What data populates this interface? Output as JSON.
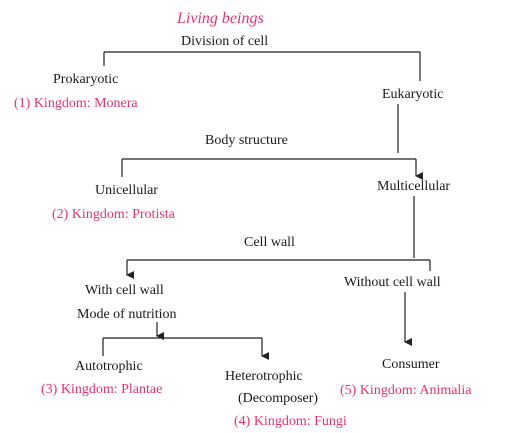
{
  "title": "Living beings",
  "labels": {
    "division_of_cell": "Division of cell",
    "prokaryotic": "Prokaryotic",
    "eukaryotic": "Eukaryotic",
    "body_structure": "Body structure",
    "unicellular": "Unicellular",
    "multicellular": "Multicellular",
    "cell_wall": "Cell wall",
    "with_cell_wall": "With cell wall",
    "without_cell_wall": "Without cell wall",
    "mode_of_nutrition": "Mode of nutrition",
    "autotrophic": "Autotrophic",
    "heterotrophic": "Heterotrophic",
    "decomposer": "(Decomposer)",
    "consumer": "Consumer"
  },
  "kingdoms": {
    "monera": "(1) Kingdom: Monera",
    "protista": "(2) Kingdom: Protista",
    "plantae": "(3) Kingdom: Plantae",
    "fungi": "(4) Kingdom: Fungi",
    "animalia": "(5) Kingdom: Animalia"
  },
  "colors": {
    "kingdom_text": "#e8336e",
    "line": "#222222",
    "text": "#1a1a1a"
  }
}
